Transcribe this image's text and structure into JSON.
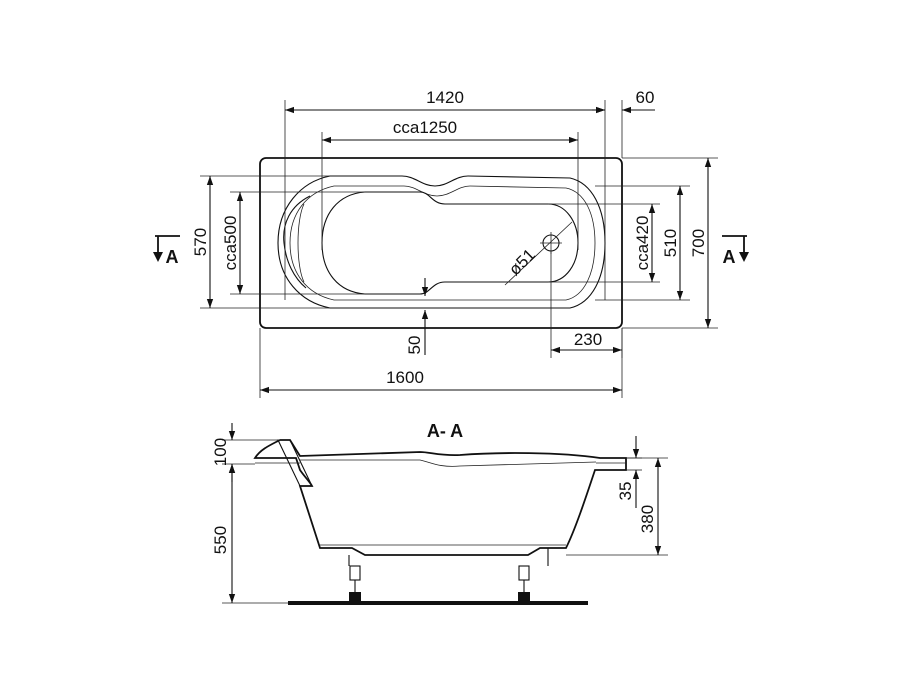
{
  "plan_view": {
    "dim_overall_length": "1600",
    "dim_inner_length": "1420",
    "dim_bottom_length": "cca1250",
    "dim_rim": "60",
    "dim_overall_width": "700",
    "dim_inner_width": "570",
    "dim_bottom_width_left": "cca500",
    "dim_bottom_width_right": "cca420",
    "dim_mid_width": "510",
    "dim_drain": "ø51",
    "dim_drain_offset": "230",
    "dim_offset_50": "50",
    "section_marker_left": "A",
    "section_marker_right": "A"
  },
  "section_view": {
    "title": "A- A",
    "dim_rim_height": "100",
    "dim_total_height": "550",
    "dim_step": "35",
    "dim_depth": "380"
  }
}
